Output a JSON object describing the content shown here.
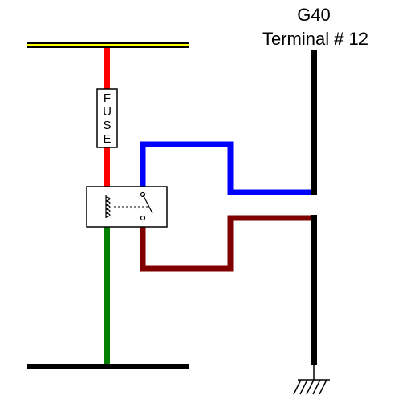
{
  "labels": {
    "component": "G40",
    "terminal": "Terminal # 12",
    "fuse_letters": [
      "F",
      "U",
      "S",
      "E"
    ]
  },
  "colors": {
    "supply_rail": "#000000",
    "supply_rail_highlight": "#ffff00",
    "fused_feed": "#ff0000",
    "ground_feed": "#008000",
    "relay_output_1": "#0000ff",
    "relay_output_2": "#800000",
    "terminal_bus": "#000000",
    "ground_rail": "#000000"
  },
  "icons": {
    "ground": "chassis-ground-icon",
    "relay_coil": "coil-icon",
    "relay_switch": "switch-contact-icon"
  }
}
